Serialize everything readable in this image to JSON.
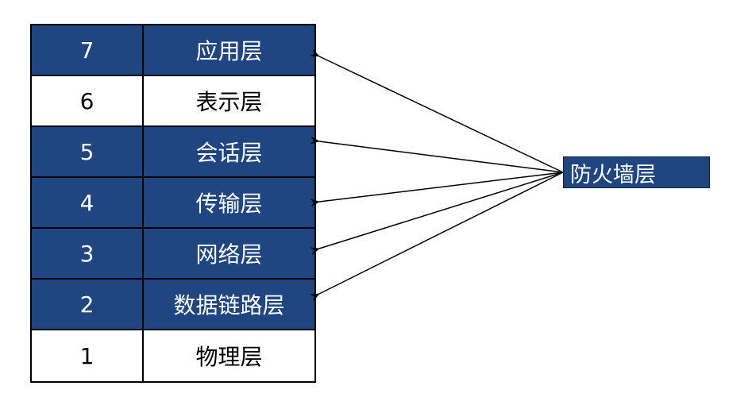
{
  "layers": [
    {
      "num": "7",
      "name": "应用层",
      "highlighted": true
    },
    {
      "num": "6",
      "name": "表示层",
      "highlighted": false
    },
    {
      "num": "5",
      "name": "会话层",
      "highlighted": true
    },
    {
      "num": "4",
      "name": "传输层",
      "highlighted": true
    },
    {
      "num": "3",
      "name": "网络层",
      "highlighted": true
    },
    {
      "num": "2",
      "name": "数据链路层",
      "highlighted": true
    },
    {
      "num": "1",
      "name": "物理层",
      "highlighted": false
    }
  ],
  "firewall": {
    "label": "防火墙层"
  },
  "arrow_targets": [
    "7",
    "5",
    "4",
    "3",
    "2"
  ],
  "colors": {
    "highlight": "#1f4680",
    "text_on_highlight": "#ffffff"
  }
}
